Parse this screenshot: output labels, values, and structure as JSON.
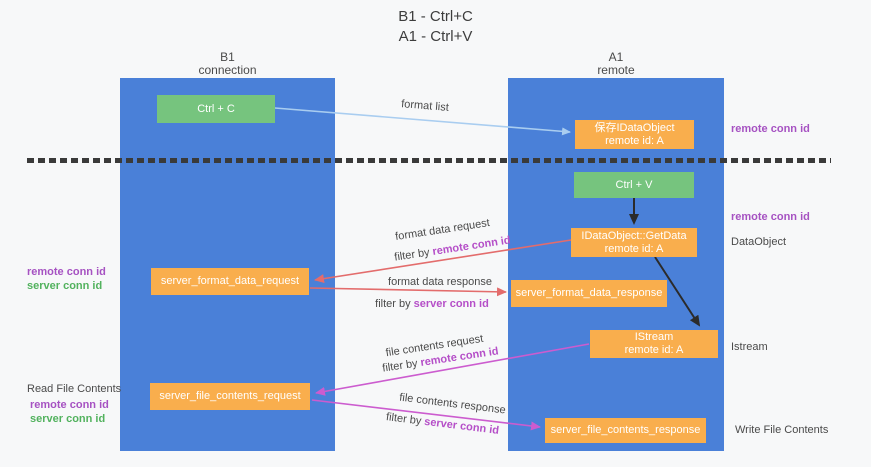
{
  "title": {
    "line1": "B1 - Ctrl+C",
    "line2": "A1 - Ctrl+V"
  },
  "lanes": {
    "left": {
      "name": "B1",
      "role": "connection"
    },
    "right": {
      "name": "A1",
      "role": "remote"
    }
  },
  "boxes": {
    "ctrl_c": "Ctrl + C",
    "ctrl_v": "Ctrl + V",
    "save_idataobject": {
      "line1": "保存IDataObject",
      "line2": "remote id: A"
    },
    "getdata": {
      "line1": "IDataObject::GetData",
      "line2": "remote id: A"
    },
    "istream": {
      "line1": "IStream",
      "line2": "remote id: A"
    },
    "format_request": "server_format_data_request",
    "format_response": "server_format_data_response",
    "file_request": "server_file_contents_request",
    "file_response": "server_file_contents_response"
  },
  "arrow_labels": {
    "format_list": "format list",
    "format_data_request": "format data request",
    "format_data_response": "format data response",
    "file_contents_request": "file contents request",
    "file_contents_response": "file contents response",
    "filter_by": "filter by",
    "remote_conn_id": "remote conn id",
    "server_conn_id": "server conn id"
  },
  "side_labels": {
    "remote_conn_id": "remote conn id",
    "server_conn_id": "server conn id",
    "dataobject": "DataObject",
    "istream": "Istream",
    "read_file_contents": "Read File Contents",
    "write_file_contents": "Write File Contents"
  },
  "colors": {
    "lane_blue": "#4a80d8",
    "box_orange": "#f9ae4d",
    "box_green": "#76c47e",
    "arrow_light_blue": "#a9cdf0",
    "arrow_red": "#e36c6c",
    "arrow_magenta": "#cc5ccf",
    "arrow_black": "#2b2b2b",
    "label_purple": "#a652c2",
    "label_green": "#52b25e",
    "background": "#f7f8f9"
  }
}
